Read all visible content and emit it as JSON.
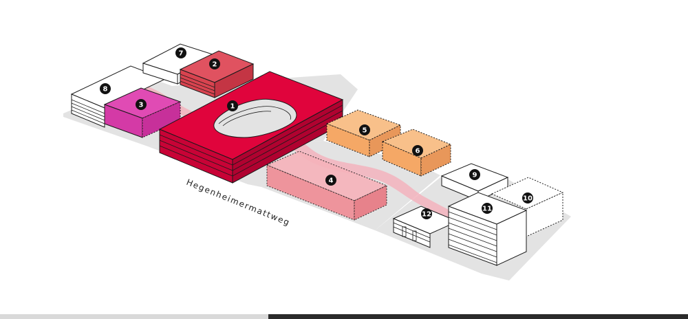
{
  "street": {
    "name": "Hegenheimermattweg"
  },
  "buildings": [
    {
      "id": "1",
      "marker": "1",
      "color": "#e0043c"
    },
    {
      "id": "2",
      "marker": "2",
      "color": "#e05260"
    },
    {
      "id": "3",
      "marker": "3",
      "color": "#e04bb4"
    },
    {
      "id": "4",
      "marker": "4",
      "color": "#f08c95"
    },
    {
      "id": "5",
      "marker": "5",
      "color": "#f5a866"
    },
    {
      "id": "6",
      "marker": "6",
      "color": "#f5a866"
    },
    {
      "id": "7",
      "marker": "7",
      "color": "#ffffff"
    },
    {
      "id": "8",
      "marker": "8",
      "color": "#ffffff"
    },
    {
      "id": "9",
      "marker": "9",
      "color": "#ffffff"
    },
    {
      "id": "10",
      "marker": "10",
      "color": "#ffffff"
    },
    {
      "id": "11",
      "marker": "11",
      "color": "#ffffff"
    },
    {
      "id": "12",
      "marker": "12",
      "color": "#ffffff"
    }
  ],
  "colors": {
    "ground": "#e3e3e3",
    "path": "#f3b3bd",
    "outline": "#1a1a1a"
  }
}
